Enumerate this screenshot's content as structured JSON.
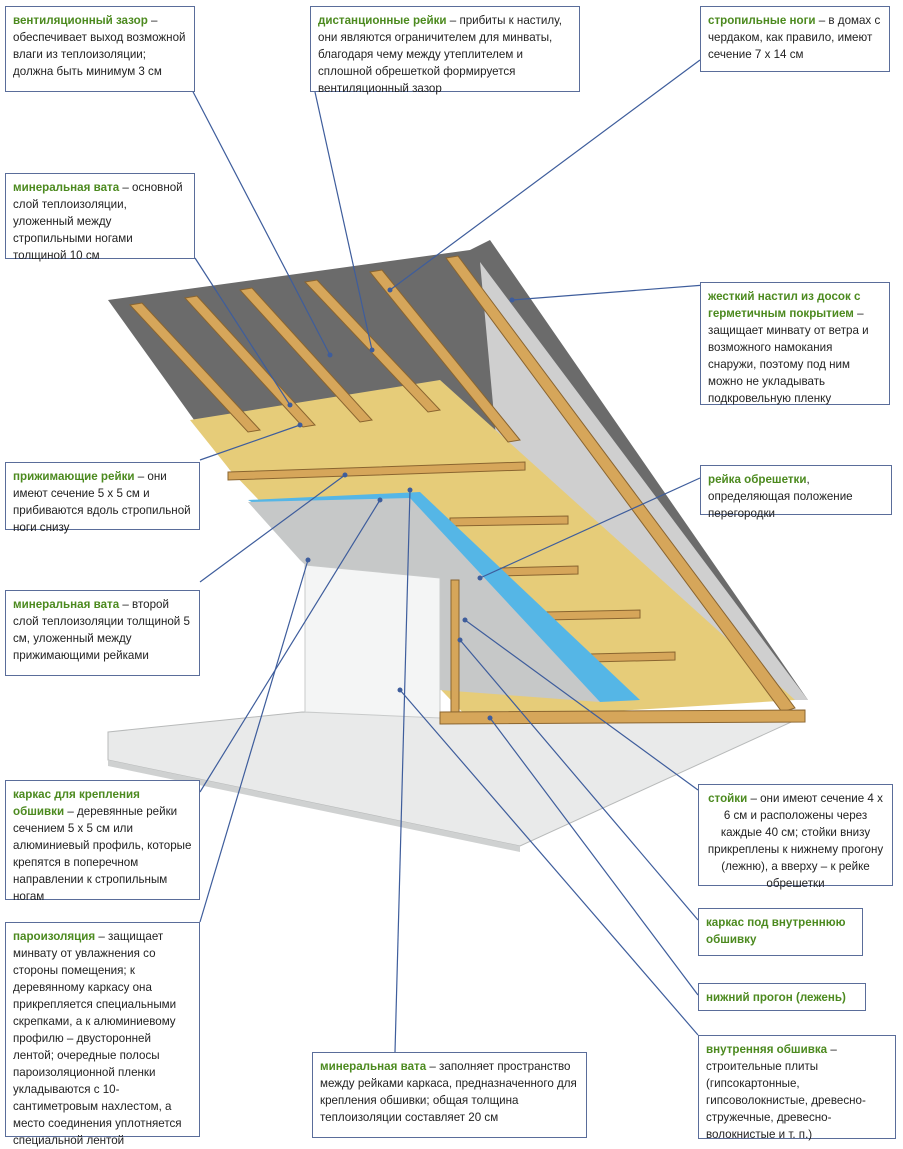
{
  "colors": {
    "title_green": "#4c8a1f",
    "leader": "#3e5d9c",
    "box_border": "#5a6d9a",
    "roof_deck": "#6b6b6b",
    "timber": "#d6a65a",
    "insulation": "#e6cc79",
    "vapor_barrier": "#55b6e6",
    "floor": "#e9eaea",
    "wall": "#f4f5f5"
  },
  "callouts": [
    {
      "id": "vent-gap",
      "title": "вентиляционный зазор",
      "text": " – обеспечивает выход возможной влаги из теплоизоляции; должна быть минимум 3 см"
    },
    {
      "id": "spacer-battens",
      "title": "дистанционные рейки",
      "text": " – прибиты к настилу, они являются ограничителем для минваты, благодаря чему между утеплителем и сплошной обрешеткой формируется вентиляционный зазор"
    },
    {
      "id": "rafters",
      "title": "стропильные ноги",
      "text": " – в домах с чердаком, как правило, имеют сечение 7 х 14 см"
    },
    {
      "id": "mineral-wool-main",
      "title": "минеральная вата",
      "text": " – основной слой теплоизоляции, уложенный между стропильными ногами толщиной 10 см"
    },
    {
      "id": "rigid-deck",
      "title": "жесткий настил из досок с герметичным покрытием",
      "text": " – защищает минвату от ветра и возможного намокания снаружи, поэтому под ним можно не укладывать подкровельную пленку"
    },
    {
      "id": "pressing-battens",
      "title": "прижимающие рейки",
      "text": " – они имеют сечение 5 х 5 см и прибиваются вдоль стропильной ноги снизу"
    },
    {
      "id": "lath-batten",
      "title": "рейка обрешетки",
      "text": ", определяющая положение перегородки"
    },
    {
      "id": "mineral-wool-second",
      "title": "минеральная вата",
      "text": " – второй слой теплоизоляции толщиной 5 см, уложенный между прижимающими рейками"
    },
    {
      "id": "cladding-frame",
      "title": "каркас для крепления обшивки",
      "text": " – деревянные рейки сечением 5 х 5 см или алюминиевый профиль, которые крепятся в поперечном направлении к стропильным ногам"
    },
    {
      "id": "studs",
      "title": "стойки",
      "text": " – они имеют сечение 4 х 6 см и расположены через каждые 40 см; стойки внизу прикреплены к нижнему прогону (лежню), а вверху – к рейке обрешетки"
    },
    {
      "id": "inner-frame",
      "title": "каркас под внутреннюю обшивку",
      "text": ""
    },
    {
      "id": "vapor-barrier",
      "title": "пароизоляция",
      "text": " – защищает минвату от увлажнения со стороны помещения; к деревянному каркасу она прикрепляется специальными скрепками, а к алюминиевому профилю – двусторонней лентой; очередные полосы пароизоляционной пленки укладываются с 10-сантиметровым нахлестом, а место соединения уплотняется специальной лентой"
    },
    {
      "id": "bottom-plate",
      "title": "нижний прогон (лежень)",
      "text": ""
    },
    {
      "id": "mineral-wool-third",
      "title": "минеральная вата",
      "text": " – заполняет пространство между рейками каркаса, предназначенного для крепления обшивки; общая толщина теплоизоляции составляет 20 см"
    },
    {
      "id": "inner-cladding",
      "title": "внутренняя обшивка",
      "text": " – строительные плиты (гипсокартонные, гипсоволокнистые, древесно-стружечные, древесно-волокнистые и т. п.)"
    }
  ]
}
